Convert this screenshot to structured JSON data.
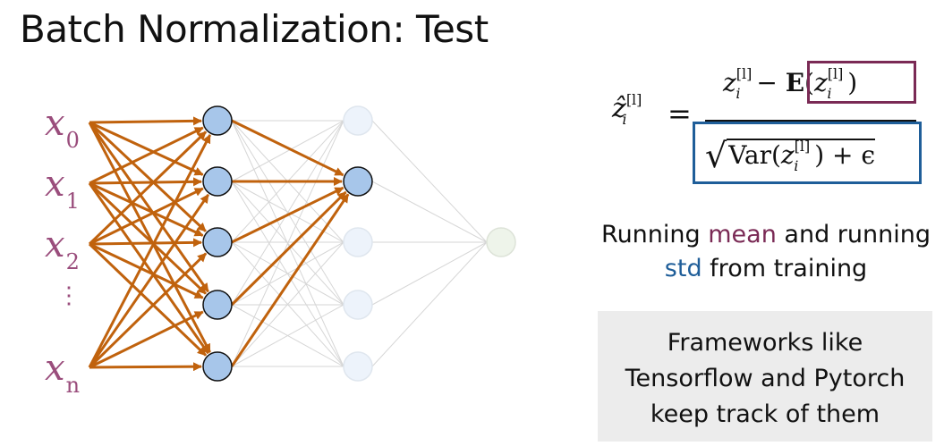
{
  "title": "Batch Normalization: Test",
  "network": {
    "input_labels": [
      {
        "base": "x",
        "sub": "0"
      },
      {
        "base": "x",
        "sub": "1"
      },
      {
        "base": "x",
        "sub": "2"
      },
      {
        "base": "x",
        "sub": "n"
      }
    ],
    "vdots": "⋮",
    "layer_sizes": [
      5,
      5,
      1
    ],
    "highlighted_hidden2_node": 1,
    "colors": {
      "edge_active": "#c0620d",
      "edge_faded": "#d6d6d6",
      "node_active": "#a7c6ea",
      "node_faded": "#edf3fb",
      "output_node": "#eef4ea",
      "label": "#9a4d7c"
    }
  },
  "formula": {
    "lhs": "ẑ",
    "lhs_sub": "i",
    "lhs_sup": "[l]",
    "equals": "=",
    "numer_var": "z",
    "numer_sub": "i",
    "numer_sup": "[l]",
    "minus": "−",
    "expect": "E",
    "expect_open": "(",
    "expect_close": ")",
    "var_label": "Var",
    "plus_eps": ") + ϵ",
    "sqrt_sign": "√",
    "mean_box_color": "#7a2a55",
    "var_box_color": "#1f5e99"
  },
  "running_text": {
    "part1": "Running ",
    "mean": "mean",
    "part2": " and running",
    "std": "std",
    "part3": " from training"
  },
  "framework_note": {
    "line1": "Frameworks like",
    "line2": "Tensorflow and Pytorch",
    "line3": "keep track of them"
  }
}
